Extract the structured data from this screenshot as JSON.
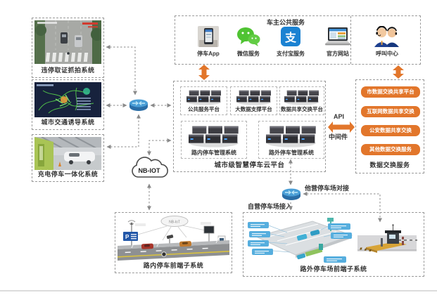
{
  "left_systems": [
    {
      "label": "违停取证抓拍系统"
    },
    {
      "label": "城市交通诱导系统"
    },
    {
      "label": "充电停车一体化系统"
    }
  ],
  "owner_services": {
    "title": "车主公共服务",
    "items": [
      {
        "label": "停车App",
        "icon": "parking-app-icon"
      },
      {
        "label": "微信服务",
        "icon": "wechat-icon"
      },
      {
        "label": "支付宝服务",
        "icon": "alipay-icon",
        "glyph": "支"
      },
      {
        "label": "官方网站",
        "icon": "website-icon"
      },
      {
        "label": "呼叫中心",
        "icon": "call-center-icon"
      }
    ]
  },
  "cloud_platform": {
    "title": "城市级智慧停车云平台",
    "modules_top": [
      "公共服务平台",
      "大数据支撑平台",
      "数据共享交换平台"
    ],
    "modules_bottom": [
      "路内停车管理系统",
      "路外停车管理系统"
    ]
  },
  "data_exchange": {
    "title": "数据交换服务",
    "items": [
      "市数据交换共享平台",
      "互联网数据共享交换",
      "公安数据共享交换",
      "其他数据交换服务"
    ]
  },
  "middleware": {
    "top": "API",
    "bottom": "中间件"
  },
  "network": {
    "nbiot": "NB-IOT",
    "small_cloud": "NB-IoT",
    "p_sign": "P",
    "self_access": "自营停车场接入",
    "other_access": "他营停车场对接"
  },
  "frontend": {
    "left": "路内停车前端子系统",
    "right": "路外停车场前端子系统"
  },
  "colors": {
    "accent_orange": "#e2762b",
    "router_blue": "#2e7cb8",
    "wechat_green": "#4fc332",
    "alipay_blue": "#1b82d2"
  }
}
